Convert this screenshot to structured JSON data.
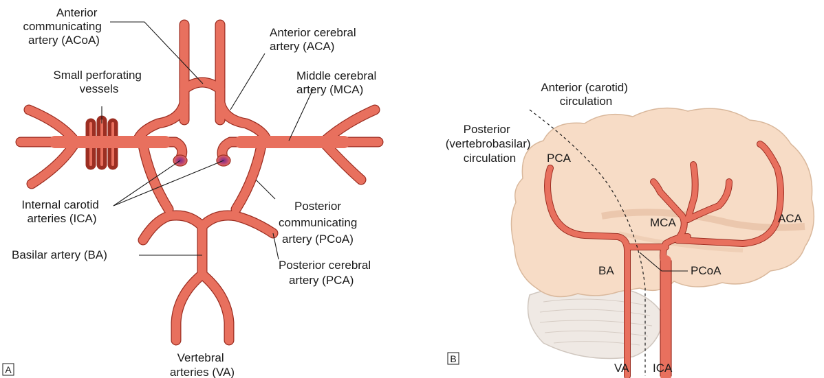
{
  "panel_a": {
    "letter": "A",
    "labels": {
      "acoa": [
        "Anterior",
        "communicating",
        "artery (ACoA)"
      ],
      "small": [
        "Small perforating",
        "vessels"
      ],
      "aca": [
        "Anterior cerebral",
        "artery (ACA)"
      ],
      "mca": [
        "Middle cerebral",
        "artery (MCA)"
      ],
      "ica": [
        "Internal carotid",
        "arteries (ICA)"
      ],
      "pcoa": [
        "Posterior",
        "communicating",
        "artery (PCoA)"
      ],
      "ba": [
        "Basilar artery (BA)"
      ],
      "pca": [
        "Posterior cerebral",
        "artery (PCA)"
      ],
      "va": [
        "Vertebral",
        "arteries (VA)"
      ]
    }
  },
  "panel_b": {
    "letter": "B",
    "labels": {
      "anterior": [
        "Anterior (carotid)",
        "circulation"
      ],
      "posterior": [
        "Posterior",
        "(vertebrobasilar)",
        "circulation"
      ],
      "pca": "PCA",
      "mca": "MCA",
      "aca": "ACA",
      "ba": "BA",
      "pcoa": "PCoA",
      "va": "VA",
      "ica": "ICA"
    }
  },
  "colors": {
    "artery": "#e8705e",
    "artery_edge": "#9c2e22",
    "brain": "#f7dcc6",
    "brain_edge": "#d9b89c",
    "cerebellum": "#efe9e4"
  }
}
